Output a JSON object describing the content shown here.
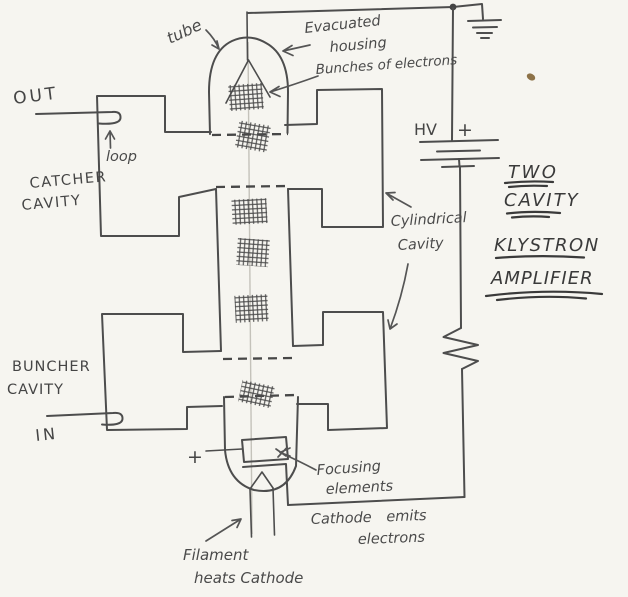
{
  "colors": {
    "paper": "#f6f5f0",
    "pencil_ink": "#4d4d4d",
    "title_ink": "#3a3a3a",
    "beam_axis": "#c4c2ba",
    "paper_speck": "#7a5a2a"
  },
  "title_block": {
    "lines": [
      "TWO",
      "CAVITY",
      "KLYSTRON",
      "AMPLIFIER"
    ]
  },
  "labels": {
    "tube": "tube",
    "evacuated_line1": "Evacuated",
    "evacuated_line2": "housing",
    "bunches": "Bunches of electrons",
    "out": "OUT",
    "loop": "loop",
    "catcher_line1": "CATCHER",
    "catcher_line2": "CAVITY",
    "cylindrical_line1": "Cylindrical",
    "cylindrical_line2": "Cavity",
    "hv": "HV",
    "hv_plus": "+",
    "buncher_line1": "BUNCHER",
    "buncher_line2": "CAVITY",
    "in": "IN",
    "gun_plus": "+",
    "focusing_line1": "Focusing",
    "focusing_line2": "elements",
    "cathode_line1": "Cathode emits",
    "cathode_line2": "electrons",
    "filament_line1": "Filament",
    "filament_line2": "heats Cathode"
  },
  "symbols": {
    "ground": "earth-ground-symbol",
    "battery": "hv-battery-symbol",
    "resistor": "resistor-zigzag-symbol",
    "junction": "wire-junction-dot",
    "electron_bunch": "crosshatch-patch",
    "coupling_loop": "coupling-loop-hook"
  }
}
